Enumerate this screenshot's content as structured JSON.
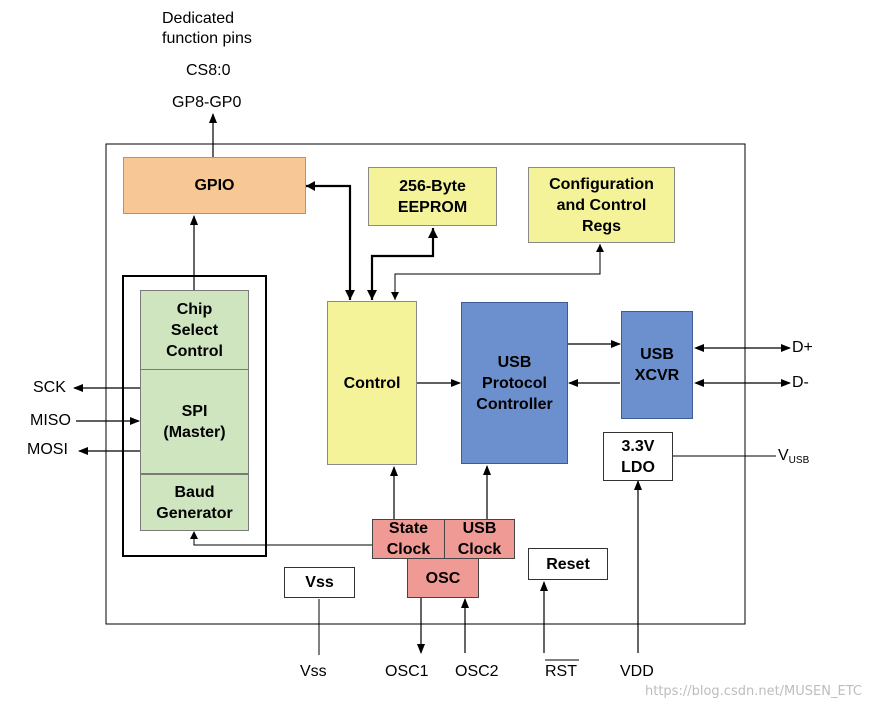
{
  "top_labels": {
    "dedicated": "Dedicated\nfunction pins",
    "cs": "CS8:0",
    "gp": "GP8-GP0"
  },
  "blocks": {
    "gpio": "GPIO",
    "eeprom": "256-Byte\nEEPROM",
    "config": "Configuration\nand Control\nRegs",
    "chip_select": "Chip\nSelect\nControl",
    "spi": "SPI\n(Master)",
    "baud": "Baud\nGenerator",
    "control": "Control",
    "usb_protocol": "USB\nProtocol\nController",
    "usb_xcvr": "USB\nXCVR",
    "ldo": "3.3V\nLDO",
    "state_clock": "State\nClock",
    "usb_clock": "USB\nClock",
    "osc": "OSC",
    "vss_box": "Vss",
    "reset": "Reset"
  },
  "pins": {
    "sck": "SCK",
    "miso": "MISO",
    "mosi": "MOSI",
    "dplus": "D+",
    "dminus": "D-",
    "vusb_main": "V",
    "vusb_sub": "USB",
    "vss": "Vss",
    "osc1": "OSC1",
    "osc2": "OSC2",
    "rst": "RST",
    "vdd": "VDD"
  },
  "watermark": "https://blog.csdn.net/MUSEN_ETC",
  "colors": {
    "orange": "#f8c796",
    "yellow": "#f4f39a",
    "blue": "#6c8fcd",
    "green": "#cfe5c0",
    "pink": "#f09a96"
  }
}
